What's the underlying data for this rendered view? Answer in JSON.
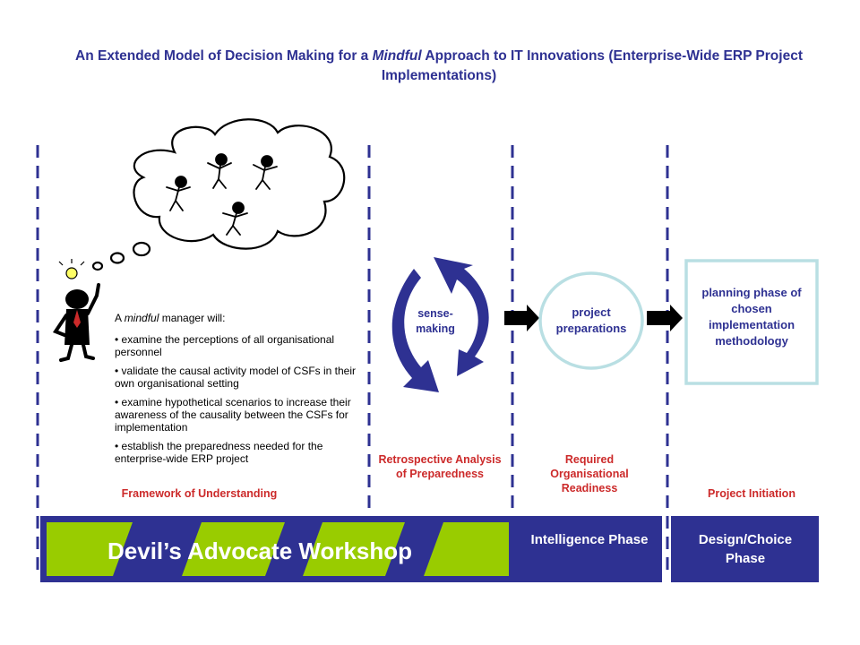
{
  "title": {
    "part1": "An Extended Model of Decision Making for a ",
    "emphasis": "Mindful",
    "part2": " Approach to IT Innovations (Enterprise-Wide ERP Project Implementations)"
  },
  "manager_text": {
    "intro_pre": "A ",
    "intro_em": "mindful",
    "intro_post": " manager will:",
    "bullets": [
      "examine the perceptions of all organisational personnel",
      "validate the causal activity model of CSFs in their own organisational setting",
      "examine hypothetical scenarios to increase their awareness of the causality between the CSFs for implementation",
      "establish the preparedness needed for the enterprise-wide ERP project"
    ]
  },
  "cycle_label": "sense-making",
  "circle_label": "project preparations",
  "planning_box_label": "planning phase of chosen implementation methodology",
  "section_labels": {
    "framework": "Framework of Understanding",
    "retrospective": "Retrospective Analysis of Preparedness",
    "required": "Required Organisational Readiness",
    "initiation": "Project Initiation"
  },
  "workshop_label": "Devil’s Advocate Workshop",
  "phases": {
    "intelligence": "Intelligence Phase",
    "design": "Design/Choice Phase"
  },
  "colors": {
    "navy": "#2e3192",
    "green": "#99cc00",
    "red": "#cc2a2a",
    "light_blue": "#b9dfe3"
  }
}
